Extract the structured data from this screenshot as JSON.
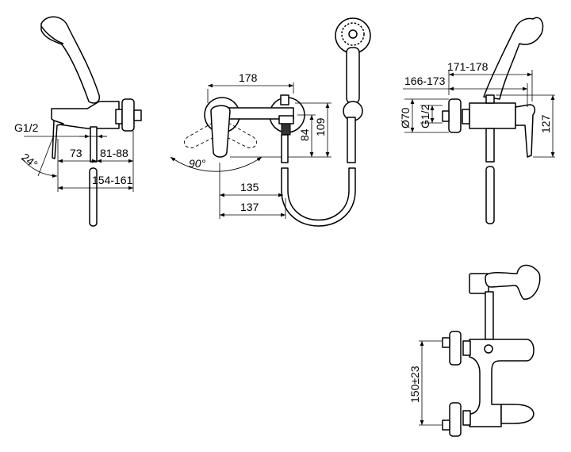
{
  "side_view_left": {
    "thread_label": "G1/2",
    "angle_label": "24°",
    "dim_spout_offset": "73",
    "dim_wall_offset": "81-88",
    "dim_total_depth": "154-161"
  },
  "front_view": {
    "dim_width": "178",
    "angle_label": "90°",
    "dim_height_inner": "84",
    "dim_height_outer": "109",
    "dim_hose_offset_1": "135",
    "dim_hose_offset_2": "137"
  },
  "side_view_right": {
    "dim_depth_outer": "171-178",
    "dim_depth_inner": "166-173",
    "flange_diameter": "Ø70",
    "thread_label": "G1/2",
    "dim_lever_height": "127"
  },
  "bottom_view": {
    "dim_connection_spacing": "150±23"
  }
}
